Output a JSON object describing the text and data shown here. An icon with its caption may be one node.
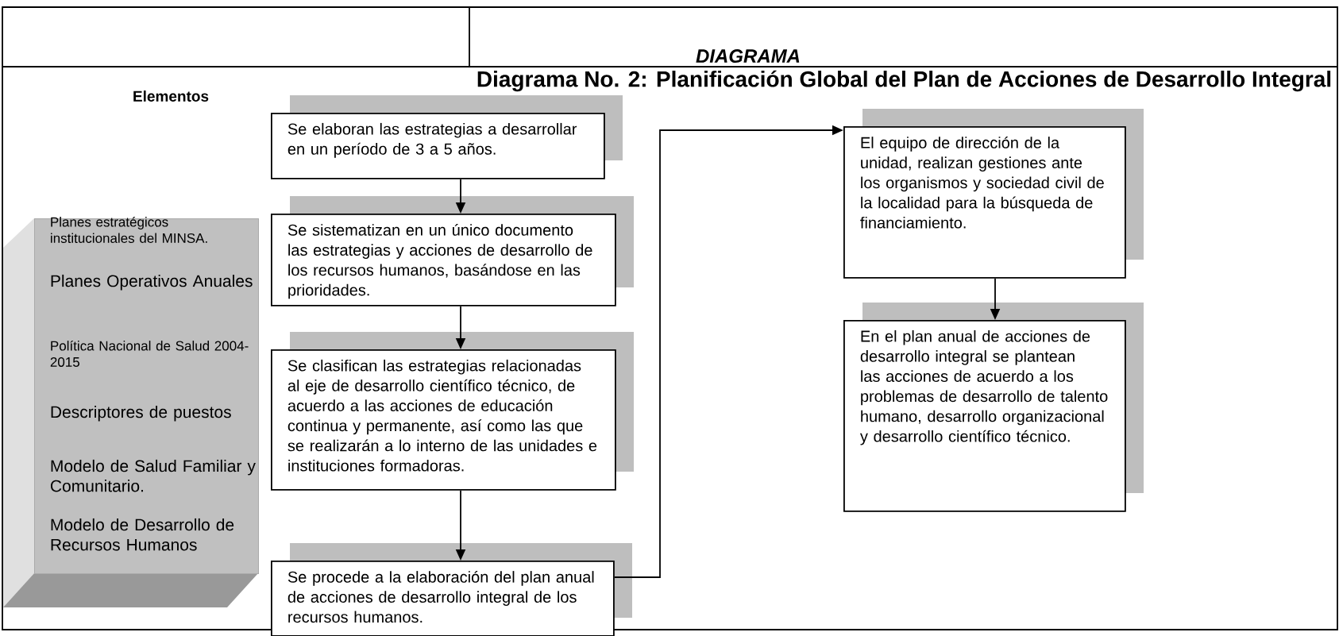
{
  "diagram": {
    "title": "Diagrama No. 2: Planificación Global del Plan de Acciones de Desarrollo Integral",
    "nodes": [
      {
        "text": [
          "Planes estratégicos institucionales del MINSA.",
          "Planes Operativos Anuales",
          "Política Nacional de Salud 2004-2015",
          "Descriptores de puestos",
          "Modelo de Salud Familiar y Comunitario.",
          "Modelo de Desarrollo de Recursos Humanos"
        ]
      },
      {
        "text": [
          "Se elaboran las estrategias a desarrollar en un período de 3 a 5 años."
        ]
      },
      {
        "text": [
          "Se sistematizan en un único documento las estrategias y acciones de desarrollo de los recursos humanos, basándose en las prioridades."
        ]
      },
      {
        "text": [
          "Se clasifican las estrategias relacionadas al eje de desarrollo científico técnico, de acuerdo a las acciones de educación continua y permanente, así como las que se realizarán a lo interno de las unidades e instituciones formadoras."
        ]
      },
      {
        "text": [
          "Se procede a la elaboración del plan anual de acciones de desarrollo integral de los recursos humanos."
        ]
      },
      {
        "text": [
          "El equipo de dirección de la unidad, realizan gestiones ante los organismos y sociedad civil de la localidad para la búsqueda de financiamiento."
        ]
      },
      {
        "text": [
          "En el plan anual de acciones de desarrollo integral se plantean las acciones de acuerdo a los problemas de desarrollo de talento humano, desarrollo organizacional y desarrollo científico técnico."
        ]
      }
    ],
    "edges": [
      {
        "from": 1,
        "to": 2,
        "arrow": "to"
      },
      {
        "from": 2,
        "to": 3,
        "arrow": "to"
      },
      {
        "from": 3,
        "to": 4,
        "arrow": "to"
      },
      {
        "from": 4,
        "to": 5,
        "arrow": "to"
      },
      {
        "from": 5,
        "to": 6,
        "arrow": "to"
      }
    ],
    "labels": [
      "DIAGRAMA",
      "Elementos"
    ]
  }
}
